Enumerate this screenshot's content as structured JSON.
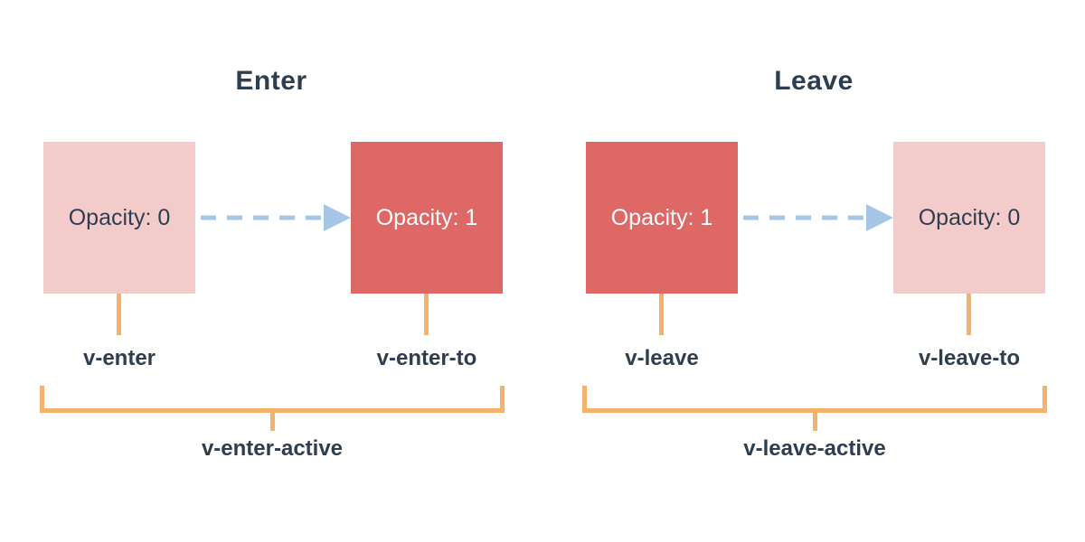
{
  "diagram": {
    "colors": {
      "box_faded": "#F4CBCB",
      "box_solid": "#DD6865",
      "arrow": "#A5C6E5",
      "bracket": "#F6B26B",
      "text_dark": "#2C3E50",
      "text_light": "#FFFFFF",
      "background": "#FFFFFF"
    },
    "sections": [
      {
        "id": "enter",
        "title": "Enter",
        "from_box": {
          "text": "Opacity: 0",
          "state": "faded"
        },
        "to_box": {
          "text": "Opacity: 1",
          "state": "solid"
        },
        "from_label": "v-enter",
        "to_label": "v-enter-to",
        "active_label": "v-enter-active"
      },
      {
        "id": "leave",
        "title": "Leave",
        "from_box": {
          "text": "Opacity: 1",
          "state": "solid"
        },
        "to_box": {
          "text": "Opacity: 0",
          "state": "faded"
        },
        "from_label": "v-leave",
        "to_label": "v-leave-to",
        "active_label": "v-leave-active"
      }
    ]
  }
}
